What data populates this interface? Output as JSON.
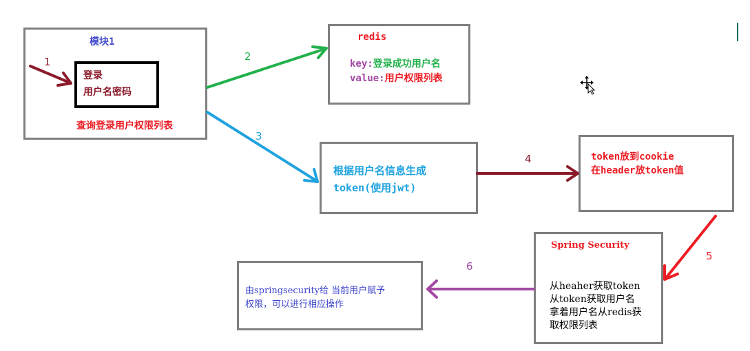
{
  "colors": {
    "box_border": "#7f7f7f",
    "maroon": "#8b1a2b",
    "green": "#22b14c",
    "blue": "#1fa3e0",
    "red": "#ed1c24",
    "purple": "#a349a4",
    "navy": "#3f48cc"
  },
  "module1": {
    "title": "模块1",
    "login_line1": "登录",
    "login_line2": "用户名密码",
    "query": "查询登录用户权限列表"
  },
  "redis": {
    "title": "redis",
    "key_label": "key:",
    "key_value": "登录成功用户名",
    "value_label": "value:",
    "value_value": "用户权限列表"
  },
  "token_gen": {
    "line1": "根据用户名信息生成",
    "line2": "token(使用jwt)"
  },
  "cookie": {
    "line1": "token放到cookie",
    "line2": "在header放token值"
  },
  "spring": {
    "title": "Spring Security",
    "line1": "从heaher获取token",
    "line2": "从token获取用户名",
    "line3": "拿着用户名从redis获",
    "line4": "取权限列表"
  },
  "grant": {
    "line1": "由springsecurity给 当前用户赋予",
    "line2": "权限，可以进行相应操作"
  },
  "arrows": {
    "a1": "1",
    "a2": "2",
    "a3": "3",
    "a4": "4",
    "a5": "5",
    "a6": "6"
  },
  "icons": [
    "move-cursor-icon"
  ]
}
